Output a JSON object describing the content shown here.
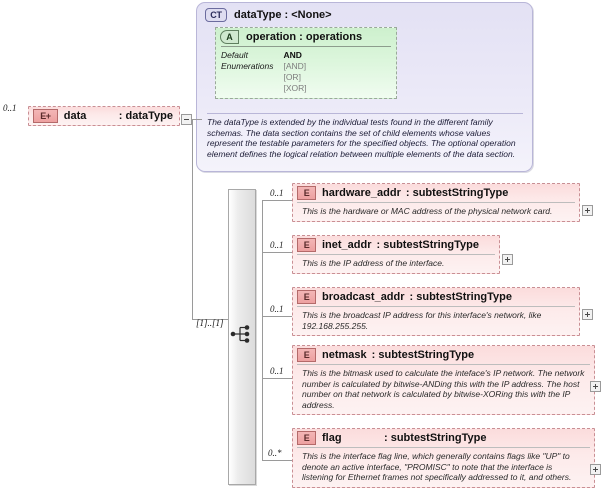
{
  "diagram": {
    "kind": "xsd-schema-documentation",
    "root_element": {
      "badge": "E+",
      "name": "data",
      "type": ": dataType",
      "cardinality": "0..1",
      "toggle": "collapse-button"
    },
    "complex_type": {
      "badge": "CT",
      "label": "dataType : <None>",
      "documentation": "The dataType is extended by the individual tests found in the different family schemas.  The data section contains the set of child elements whose values represent the testable parameters for the specified objects. The optional operation element defines the logical relation between multiple elements of the data section.",
      "attribute": {
        "badge": "A",
        "label": "operation : operations",
        "rows": [
          {
            "key": "Default",
            "value": "AND",
            "is_default": true
          },
          {
            "key": "Enumerations",
            "value": "[AND]",
            "is_default": false
          },
          {
            "key": "",
            "value": "[OR]",
            "is_default": false
          },
          {
            "key": "",
            "value": "[XOR]",
            "is_default": false
          }
        ]
      }
    },
    "compositor": {
      "type": "sequence",
      "cardinality": "[1]..[1]"
    },
    "children": [
      {
        "badge": "E",
        "name": "hardware_addr",
        "type": ": subtestStringType",
        "cardinality": "0..1",
        "documentation": "This is the hardware or MAC address of the physical network card."
      },
      {
        "badge": "E",
        "name": "inet_addr",
        "type": ": subtestStringType",
        "cardinality": "0..1",
        "documentation": "This is the IP address of the interface."
      },
      {
        "badge": "E",
        "name": "broadcast_addr",
        "type": ": subtestStringType",
        "cardinality": "0..1",
        "documentation": "This is the broadcast IP address for this interface's network, like 192.168.255.255."
      },
      {
        "badge": "E",
        "name": "netmask",
        "type": ": subtestStringType",
        "cardinality": "0..1",
        "documentation": "This is the bitmask used to calculate the inteface's IP network.  The network number is calculated by bitwise-ANDing this with the IP address. The host number on that network is calculated by bitwise-XORing this with the IP address."
      },
      {
        "badge": "E",
        "name": "flag",
        "type": ": subtestStringType",
        "cardinality": "0..*",
        "documentation": "This is the interface flag line, which generally contains flags like \"UP\" to denote an active interface, \"PROMISC\" to note that the interface is listening for Ethernet frames not specifically addressed to it, and others."
      }
    ],
    "colors": {
      "element_fill": "#fbdcdc",
      "element_border": "#c98f94",
      "complextype_fill": "#e3e1f4",
      "complextype_border": "#b9b6d8",
      "attribute_fill": "#cdf0cd",
      "attribute_border": "#9aa89a",
      "connector": "#9a9a9a"
    }
  }
}
